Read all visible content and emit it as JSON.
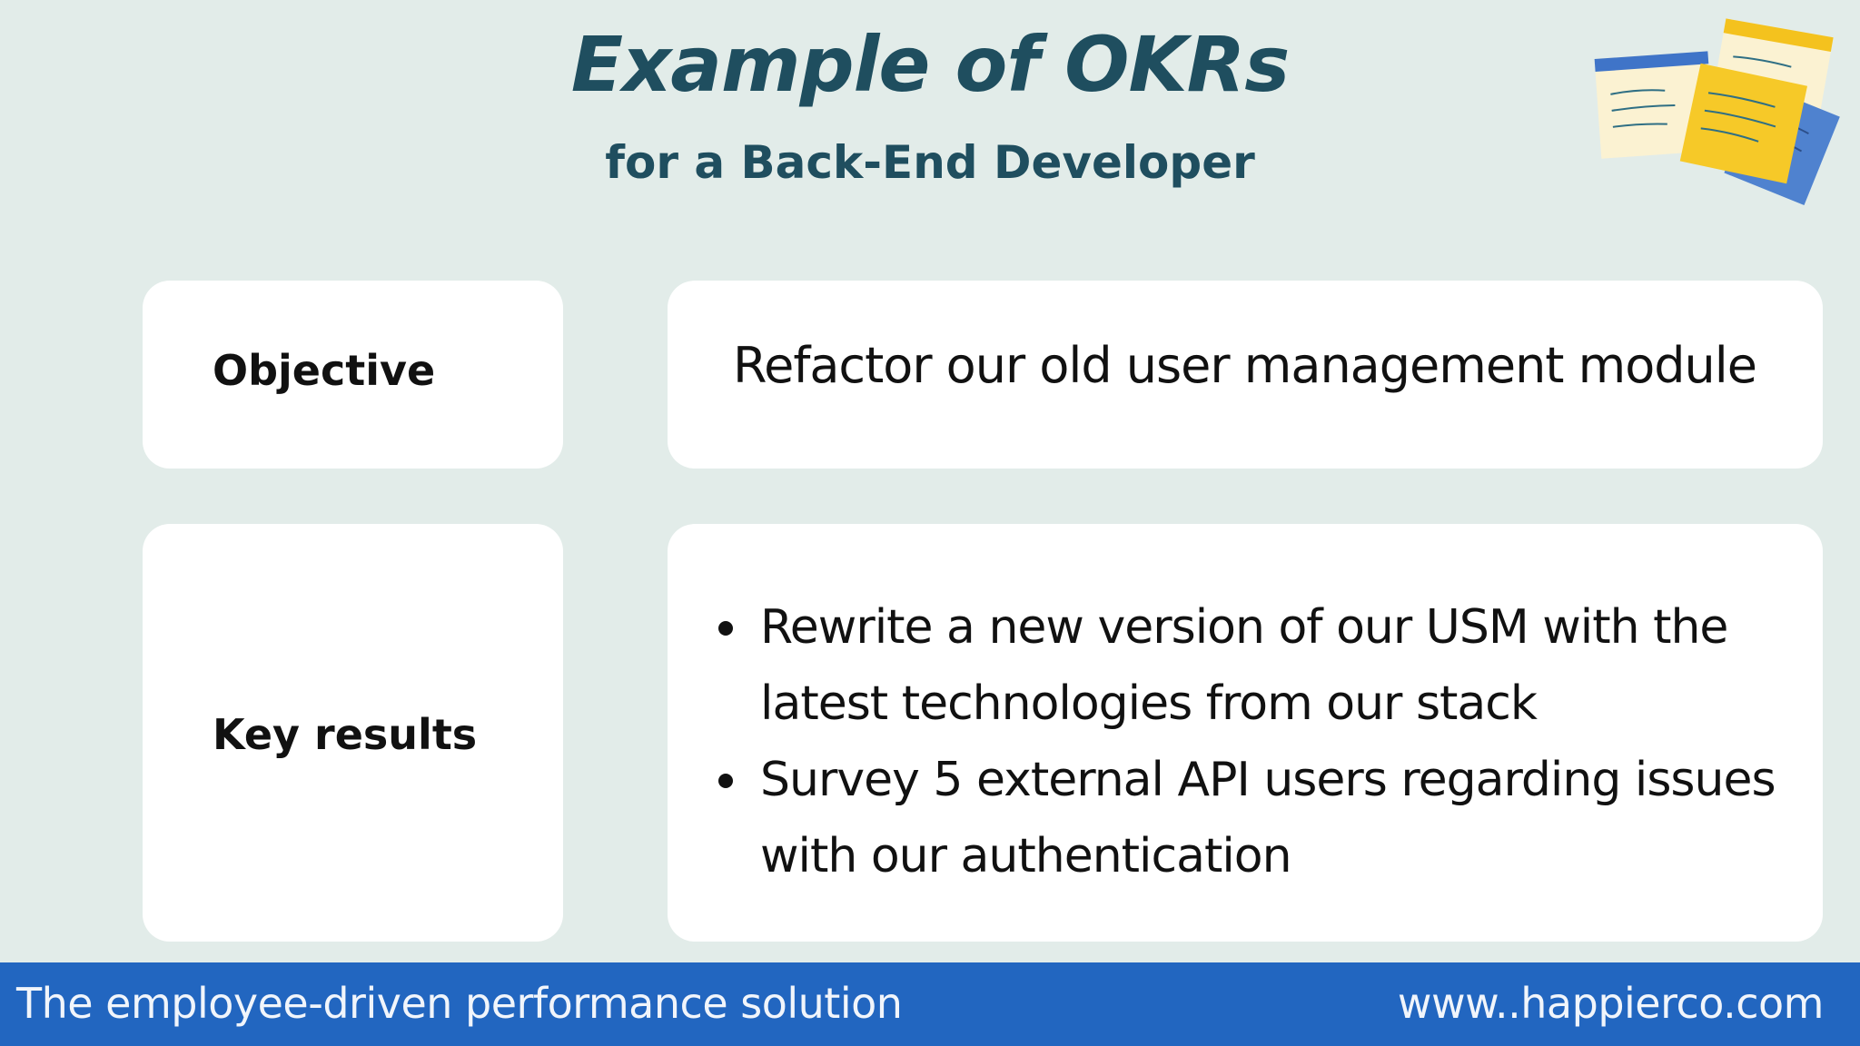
{
  "header": {
    "title": "Example of OKRs",
    "subtitle": "for a Back-End Developer"
  },
  "objective": {
    "label": "Objective",
    "text": "Refactor our old user management module"
  },
  "key_results": {
    "label": "Key results",
    "items": [
      "Rewrite a new version of our USM with the latest technologies from our stack",
      "Survey 5 external API users regarding issues with our authentication"
    ]
  },
  "footer": {
    "tagline": "The employee-driven performance solution",
    "website": "www..happierco.com"
  },
  "colors": {
    "background": "#e2ece9",
    "title": "#1f4e5f",
    "footer_bar": "#2266c0",
    "card": "#ffffff"
  },
  "icons": [
    "sticky-notes-icon"
  ]
}
